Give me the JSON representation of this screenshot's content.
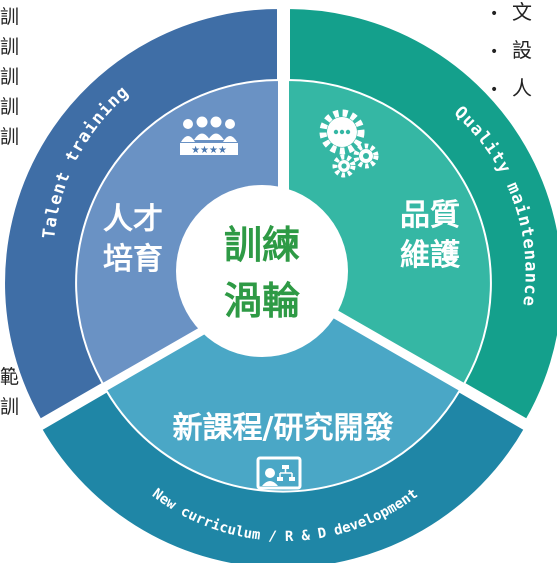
{
  "colors": {
    "talent_outer": "#3f6ea6",
    "talent_inner": "#6a92c4",
    "quality_outer": "#14a08c",
    "quality_inner": "#35b7a4",
    "curriculum_outer": "#1f86a6",
    "curriculum_inner": "#4aa7c6",
    "center_bg": "#ffffff",
    "center_text": "#2e9a45",
    "label_text": "#ffffff",
    "border": "#ffffff"
  },
  "center": {
    "line1": "訓練",
    "line2": "渦輪"
  },
  "segments": {
    "talent": {
      "zh_line1": "人才",
      "zh_line2": "培育",
      "en_label": "Talent training",
      "icon": "audience-stars-icon"
    },
    "quality": {
      "zh_line1": "品質",
      "zh_line2": "維護",
      "en_label": "Quality maintenance",
      "icon": "gears-icon"
    },
    "curriculum": {
      "zh_label": "新課程/研究開發",
      "en_label": "New curriculum / R & D development",
      "icon": "presentation-board-icon"
    }
  },
  "left_column": [
    "訓",
    "訓",
    "訓",
    "訓",
    "訓",
    "範",
    "訓"
  ],
  "right_list": [
    {
      "bullet": "•",
      "text": "文"
    },
    {
      "bullet": "•",
      "text": "設"
    },
    {
      "bullet": "•",
      "text": "人"
    }
  ]
}
